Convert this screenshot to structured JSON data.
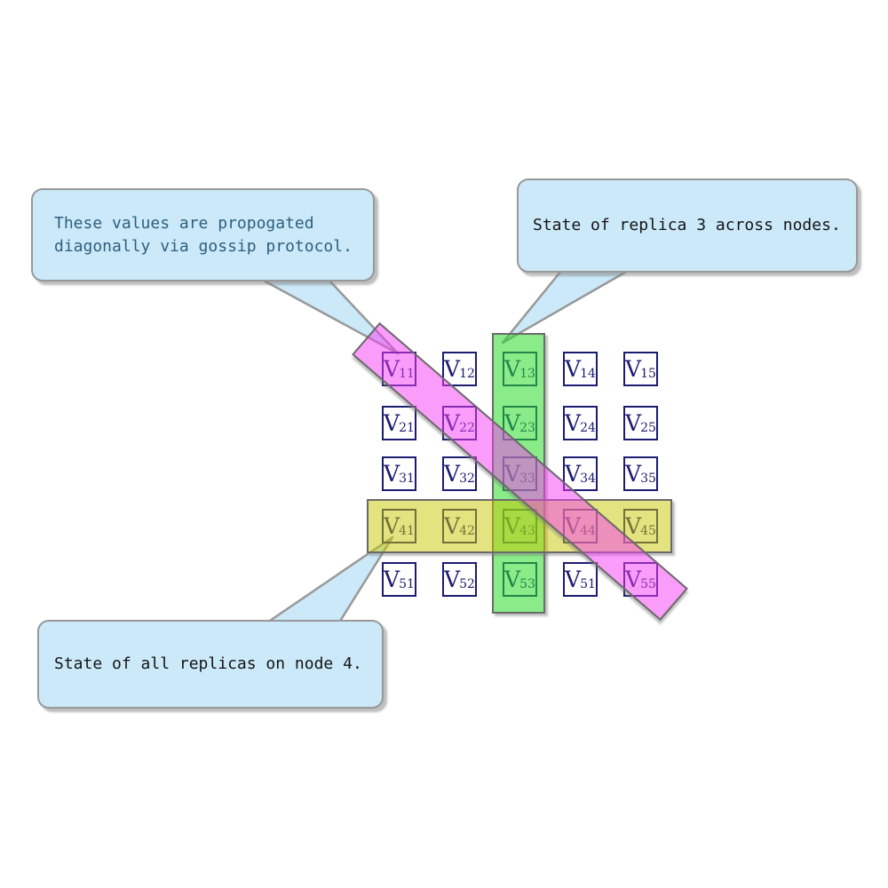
{
  "diagram": {
    "title": "replicated state matrix with gossip propagation",
    "callouts": [
      {
        "id": "gossip",
        "text": "These values are propogated\ndiagonally via gossip protocol.",
        "points_to": "diagonal-band",
        "text_color": "#2e5f7e"
      },
      {
        "id": "replica-3",
        "text": "State of replica 3 across nodes.",
        "points_to": "column-3-band",
        "text_color": "#141414"
      },
      {
        "id": "node-4",
        "text": "State of all replicas on node 4.",
        "points_to": "row-4-band",
        "text_color": "#141414"
      }
    ],
    "matrix": {
      "symbol": "V",
      "rows": 5,
      "cols": 5,
      "subscripts": [
        [
          "11",
          "12",
          "13",
          "14",
          "15"
        ],
        [
          "21",
          "22",
          "23",
          "24",
          "25"
        ],
        [
          "31",
          "32",
          "33",
          "34",
          "35"
        ],
        [
          "41",
          "42",
          "43",
          "44",
          "45"
        ],
        [
          "51",
          "52",
          "53",
          "51",
          "55"
        ]
      ]
    },
    "highlights": {
      "column_band": {
        "meaning": "replica 3 across nodes",
        "column": 3,
        "fill": "#97ee9a",
        "border": "#6a6a6a"
      },
      "row_band": {
        "meaning": "all replicas on node 4",
        "row": 4,
        "fill": "#e3e37f",
        "border": "#6a6a6a"
      },
      "diagonal_band": {
        "meaning": "values propagated diagonally via gossip",
        "cells": [
          "11",
          "22",
          "33",
          "44",
          "55"
        ],
        "fill": "#fa9dfa",
        "border": "#6a6a6a"
      }
    },
    "colors": {
      "callout_fill": "#cbe9f9",
      "callout_border": "#989898",
      "cell_border": "#1b1b72",
      "cell_text": "#1b1b72",
      "background": "#ffffff"
    }
  }
}
